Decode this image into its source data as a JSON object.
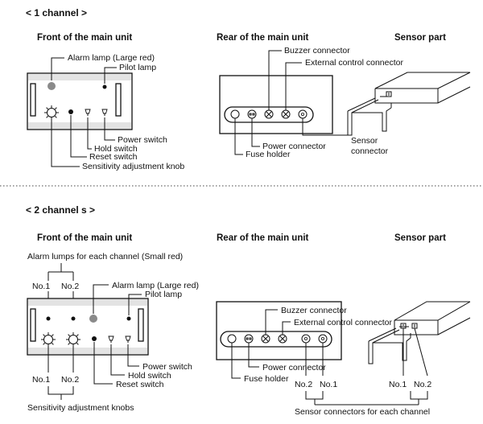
{
  "sections": [
    {
      "title": "< 1 channel >",
      "headings": {
        "front": "Front of the main unit",
        "rear": "Rear of the main unit",
        "sensor": "Sensor part"
      },
      "front_labels": {
        "alarm_lamp": "Alarm lamp (Large red)",
        "pilot_lamp": "Pilot lamp",
        "power_switch": "Power switch",
        "hold_switch": "Hold switch",
        "reset_switch": "Reset switch",
        "sensitivity_knob": "Sensitivity adjustment knob"
      },
      "rear_labels": {
        "buzzer_connector": "Buzzer connector",
        "external_control_connector": "External control connector",
        "power_connector": "Power connector",
        "fuse_holder": "Fuse holder"
      },
      "sensor_labels": {
        "sensor_connector_line1": "Sensor",
        "sensor_connector_line2": "connector"
      }
    },
    {
      "title": "< 2 channel s >",
      "headings": {
        "front": "Front of the main unit",
        "rear": "Rear of the main unit",
        "sensor": "Sensor part"
      },
      "front_labels": {
        "alarm_lamps_each": "Alarm lumps for each  channel (Small red)",
        "no1_top": "No.1",
        "no2_top": "No.2",
        "alarm_lamp": "Alarm lamp (Large red)",
        "pilot_lamp": "Pilot lamp",
        "power_switch": "Power switch",
        "hold_switch": "Hold switch",
        "reset_switch": "Reset switch",
        "no1_bottom": "No.1",
        "no2_bottom": "No.2",
        "sensitivity_knobs": "Sensitivity adjustment knobs"
      },
      "rear_labels": {
        "buzzer_connector": "Buzzer connector",
        "external_control_connector": "External control connector",
        "power_connector": "Power connector",
        "fuse_holder": "Fuse holder",
        "no2": "No.2",
        "no1": "No.1",
        "sensor_connectors_each": "Sensor connectors for each channel"
      },
      "sensor_labels": {
        "no1": "No.1",
        "no2": "No.2"
      }
    }
  ]
}
